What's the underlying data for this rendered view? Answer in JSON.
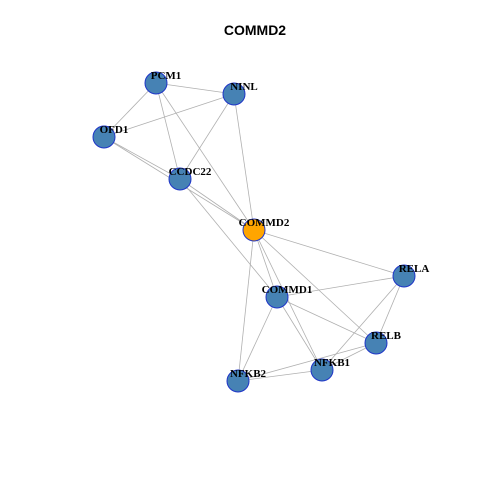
{
  "title": "COMMD2",
  "colors": {
    "node_fill": "#4682b4",
    "focus_fill": "#ffa500",
    "node_stroke": "#1f35c8",
    "edge": "#b0b0b0"
  },
  "nodes": [
    {
      "id": "PCM1",
      "label": "PCM1",
      "focus": false
    },
    {
      "id": "NINL",
      "label": "NINL",
      "focus": false
    },
    {
      "id": "OFD1",
      "label": "OFD1",
      "focus": false
    },
    {
      "id": "CCDC22",
      "label": "CCDC22",
      "focus": false
    },
    {
      "id": "COMMD2",
      "label": "COMMD2",
      "focus": true
    },
    {
      "id": "RELA",
      "label": "RELA",
      "focus": false
    },
    {
      "id": "COMMD1",
      "label": "COMMD1",
      "focus": false
    },
    {
      "id": "RELB",
      "label": "RELB",
      "focus": false
    },
    {
      "id": "NFKB1",
      "label": "NFKB1",
      "focus": false
    },
    {
      "id": "NFKB2",
      "label": "NFKB2",
      "focus": false
    }
  ],
  "edges": [
    [
      "PCM1",
      "NINL"
    ],
    [
      "PCM1",
      "OFD1"
    ],
    [
      "PCM1",
      "CCDC22"
    ],
    [
      "PCM1",
      "COMMD2"
    ],
    [
      "NINL",
      "OFD1"
    ],
    [
      "NINL",
      "CCDC22"
    ],
    [
      "NINL",
      "COMMD2"
    ],
    [
      "OFD1",
      "CCDC22"
    ],
    [
      "OFD1",
      "COMMD2"
    ],
    [
      "CCDC22",
      "COMMD2"
    ],
    [
      "CCDC22",
      "COMMD1"
    ],
    [
      "COMMD2",
      "COMMD1"
    ],
    [
      "COMMD2",
      "RELA"
    ],
    [
      "COMMD2",
      "NFKB1"
    ],
    [
      "COMMD2",
      "NFKB2"
    ],
    [
      "COMMD2",
      "RELB"
    ],
    [
      "COMMD1",
      "RELA"
    ],
    [
      "COMMD1",
      "RELB"
    ],
    [
      "COMMD1",
      "NFKB1"
    ],
    [
      "COMMD1",
      "NFKB2"
    ],
    [
      "RELA",
      "RELB"
    ],
    [
      "RELA",
      "NFKB1"
    ],
    [
      "RELB",
      "NFKB1"
    ],
    [
      "RELB",
      "NFKB2"
    ],
    [
      "NFKB1",
      "NFKB2"
    ]
  ]
}
